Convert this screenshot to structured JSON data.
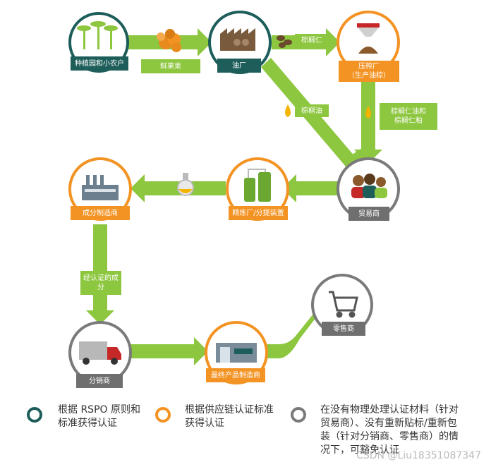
{
  "nodes": {
    "plantation": "种植园和小农户",
    "mill": "油厂",
    "crusher": "压榨厂\n（生产油棕）",
    "trader": "贸易商",
    "refinery": "精炼厂/分提装置",
    "ingredient": "成分制造商",
    "distributor": "分销商",
    "final_product": "最终产品制造商",
    "retailer": "零售商"
  },
  "edges": {
    "ffb": "鲜果束",
    "kernel": "棕榈仁",
    "palm_oil": "棕榈油",
    "kernel_oil": "棕榈仁油和\n棕榈仁粕",
    "certified": "经认证的成\n分"
  },
  "legend": [
    {
      "color": "#1d5e5a",
      "text": "根据 RSPO 原则和\n标准获得认证"
    },
    {
      "color": "#f39323",
      "text": "根据供应链认证标准\n获得认证"
    },
    {
      "color": "#7a7a7a",
      "text": "在没有物理处理认证材料（针对\n贸易商）、没有重新贴标/重新包\n装（针对分销商、零售商）的情\n况下，可豁免认证"
    }
  ],
  "watermark": "CSDN @Liu18351087347"
}
